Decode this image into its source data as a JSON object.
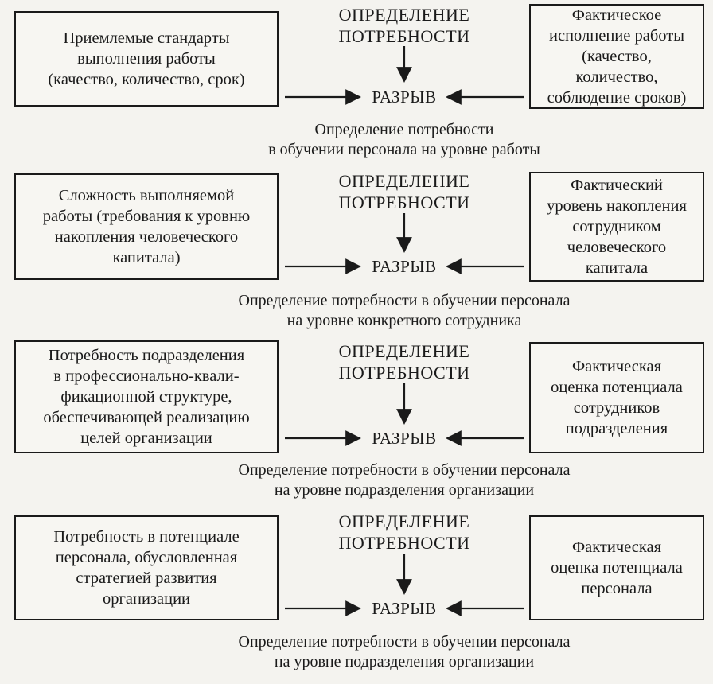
{
  "sections": [
    {
      "left_box": "Приемлемые стандарты\nвыполнения работы\n(качество, количество, срок)",
      "heading": "ОПРЕДЕЛЕНИЕ\nПОТРЕБНОСТИ",
      "gap": "РАЗРЫВ",
      "right_box": "Фактическое\nисполнение работы\n(качество,\nколичество,\nсоблюдение сроков)",
      "caption": "Определение потребности\nв обучении персонала на уровне работы"
    },
    {
      "left_box": "Сложность выполняемой\nработы (требования к уровню\nнакопления человеческого\nкапитала)",
      "heading": "ОПРЕДЕЛЕНИЕ\nПОТРЕБНОСТИ",
      "gap": "РАЗРЫВ",
      "right_box": "Фактический\nуровень накопления\nсотрудником\nчеловеческого\nкапитала",
      "caption": "Определение потребности в обучении персонала\nна уровне конкретного сотрудника"
    },
    {
      "left_box": "Потребность подразделения\nв профессионально-квали-\nфикационной структуре,\nобеспечивающей реализацию\nцелей организации",
      "heading": "ОПРЕДЕЛЕНИЕ\nПОТРЕБНОСТИ",
      "gap": "РАЗРЫВ",
      "right_box": "Фактическая\nоценка потенциала\nсотрудников\nподразделения",
      "caption": "Определение потребности в обучении персонала\nна уровне подразделения организации"
    },
    {
      "left_box": "Потребность в потенциале\nперсонала, обусловленная\nстратегией развития\nорганизации",
      "heading": "ОПРЕДЕЛЕНИЕ\nПОТРЕБНОСТИ",
      "gap": "РАЗРЫВ",
      "right_box": "Фактическая\nоценка потенциала\nперсонала",
      "caption": "Определение потребности в обучении персонала\nна уровне подразделения организации"
    }
  ]
}
